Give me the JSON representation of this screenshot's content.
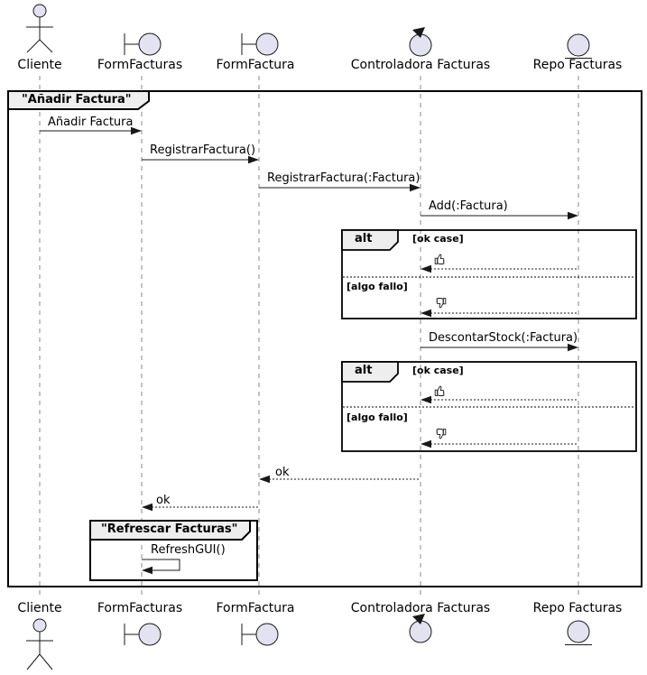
{
  "frame": {
    "title": "\"Añadir Factura\""
  },
  "group": {
    "title": "\"Refrescar Facturas\""
  },
  "participants": [
    {
      "name": "Cliente",
      "type": "actor"
    },
    {
      "name": "FormFacturas",
      "type": "boundary"
    },
    {
      "name": "FormFactura",
      "type": "boundary"
    },
    {
      "name": "Controladora Facturas",
      "type": "control"
    },
    {
      "name": "Repo Facturas",
      "type": "entity"
    }
  ],
  "messages": {
    "m1": "Añadir Factura",
    "m2": "RegistrarFactura()",
    "m3": "RegistrarFactura(:Factura)",
    "m4": "Add(:Factura)",
    "m5": "DescontarStock(:Factura)",
    "ok1": "ok",
    "ok2": "ok",
    "refresh": "RefreshGUI()"
  },
  "fragments": [
    {
      "operator": "alt",
      "guards": [
        "[ok case]",
        "[algo fallo]"
      ],
      "result_icons": [
        "thumbs-up-icon",
        "thumbs-down-icon"
      ]
    },
    {
      "operator": "alt",
      "guards": [
        "[ok case]",
        "[algo fallo]"
      ],
      "result_icons": [
        "thumbs-up-icon",
        "thumbs-down-icon"
      ]
    }
  ],
  "colors": {
    "participant_fill": "#E2E2F0",
    "line": "#181818",
    "lifeline": "#888888",
    "fragment_tab_fill": "#EEEEEE",
    "frame_border": "#000000"
  }
}
